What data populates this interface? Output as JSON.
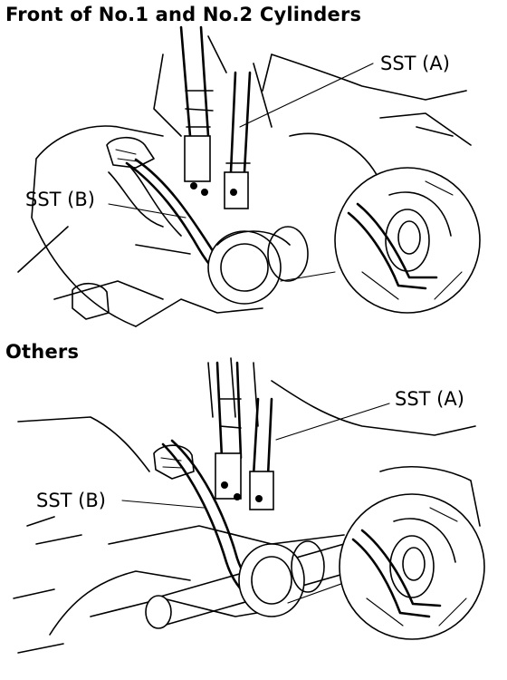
{
  "sections": [
    {
      "heading": "Front of No.1 and No.2 Cylinders",
      "callouts": {
        "a": "SST (A)",
        "b": "SST (B)"
      }
    },
    {
      "heading": "Others",
      "callouts": {
        "a": "SST (A)",
        "b": "SST (B)"
      }
    }
  ]
}
